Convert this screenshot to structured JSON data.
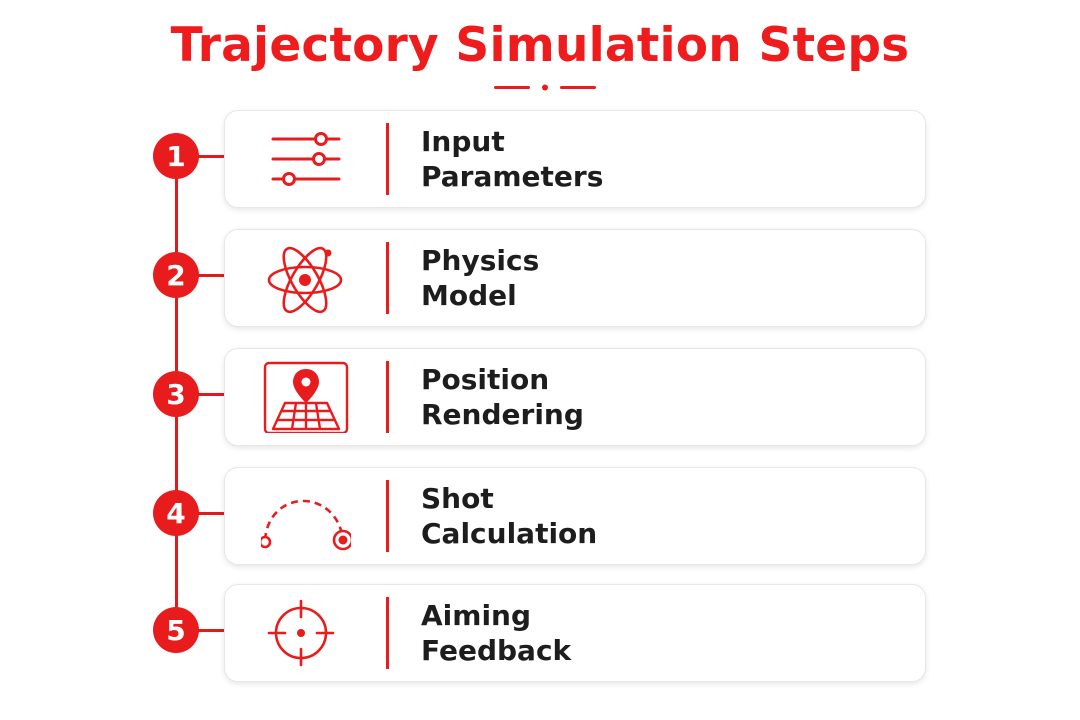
{
  "title": "Trajectory Simulation Steps",
  "colors": {
    "accent": "#e81c1c",
    "text": "#1d1d1d",
    "card_border": "#e7e7e7"
  },
  "steps": [
    {
      "number": "1",
      "line1": "Input",
      "line2": "Parameters",
      "icon": "sliders-icon"
    },
    {
      "number": "2",
      "line1": "Physics",
      "line2": "Model",
      "icon": "atom-icon"
    },
    {
      "number": "3",
      "line1": "Position",
      "line2": "Rendering",
      "icon": "map-pin-grid-icon"
    },
    {
      "number": "4",
      "line1": "Shot",
      "line2": "Calculation",
      "icon": "trajectory-arc-icon"
    },
    {
      "number": "5",
      "line1": "Aiming",
      "line2": "Feedback",
      "icon": "crosshair-icon"
    }
  ]
}
